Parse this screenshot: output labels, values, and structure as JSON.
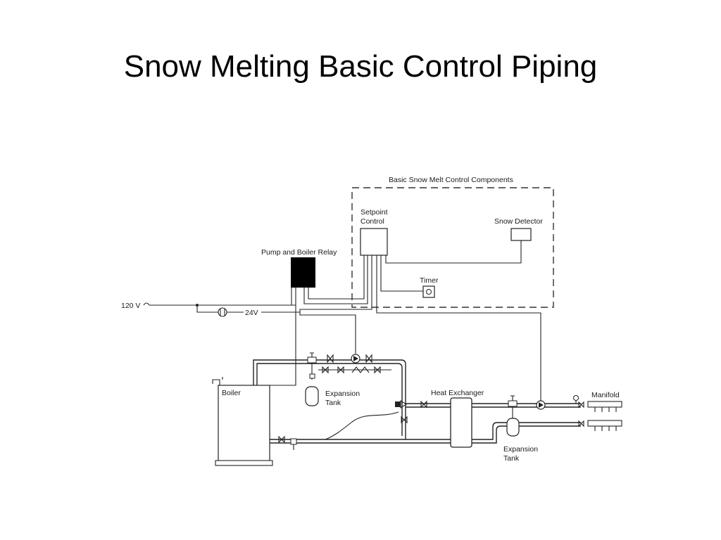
{
  "slide": {
    "title": "Snow Melting Basic Control Piping"
  },
  "labels": {
    "components_box": "Basic Snow Melt Control Components",
    "setpoint_control": "Setpoint\nControl",
    "snow_detector": "Snow Detector",
    "timer": "Timer",
    "relay": "Pump and Boiler Relay",
    "voltage_120": "120 V",
    "voltage_24": "24V",
    "boiler": "Boiler",
    "expansion_tank_1": "Expansion\nTank",
    "heat_exchanger": "Heat Exchanger",
    "expansion_tank_2": "Expansion\nTank",
    "manifold": "Manifold"
  },
  "colors": {
    "line": "#222222",
    "relay_fill": "#000000",
    "background": "#ffffff"
  }
}
